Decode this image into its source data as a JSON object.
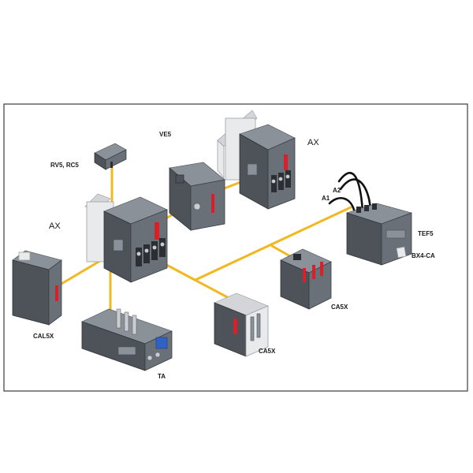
{
  "labels": {
    "ve5": "VE5",
    "rv5_rc5": "RV5, RC5",
    "ax_top": "AX",
    "ax_left": "AX",
    "a1": "A1",
    "a2": "A2",
    "tef5": "TEF5",
    "bx4_ca": "BX4-CA",
    "ca5x_right": "CA5X",
    "ca5x_bottom": "CA5X",
    "cal5x": "CAL5X",
    "ta": "TA"
  },
  "colors": {
    "connector": "#f2b820",
    "accent_red": "#d6202a",
    "device_gray": "#4e5359",
    "device_white": "#e9eaeb",
    "frame": "#3d3d3d",
    "relay_blue": "#2f62c4"
  }
}
